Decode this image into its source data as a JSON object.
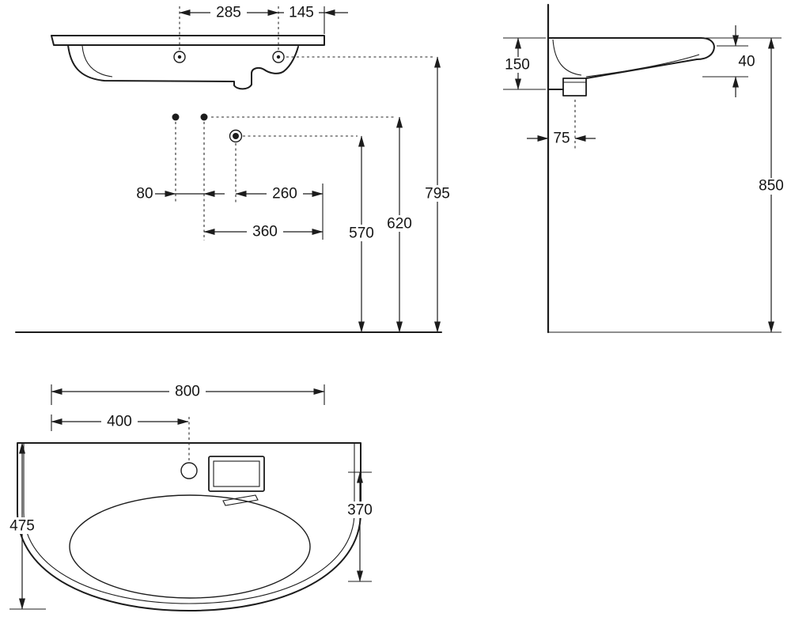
{
  "drawing": {
    "subject": "wall-hung washbasin dimensional drawing",
    "unit": "mm",
    "line_color": "#1c1c1c",
    "background_color": "#ffffff",
    "views": {
      "front": "front-elevation",
      "side": "side-elevation",
      "plan": "plan-view"
    }
  },
  "dims": {
    "front": {
      "tap_hole_spacing": "285",
      "tap_to_edge": "145",
      "fixing_hole_spacing": "80",
      "drain_to_edge": "260",
      "fixing_span": "360",
      "drain_height": "570",
      "fixing_height": "620",
      "rim_height": "795"
    },
    "side": {
      "basin_depth_front": "150",
      "apron_height": "40",
      "drain_wall_offset": "75",
      "overall_height": "850"
    },
    "plan": {
      "overall_width": "800",
      "tap_center_offset": "400",
      "overall_depth": "475",
      "front_depth": "370"
    }
  }
}
